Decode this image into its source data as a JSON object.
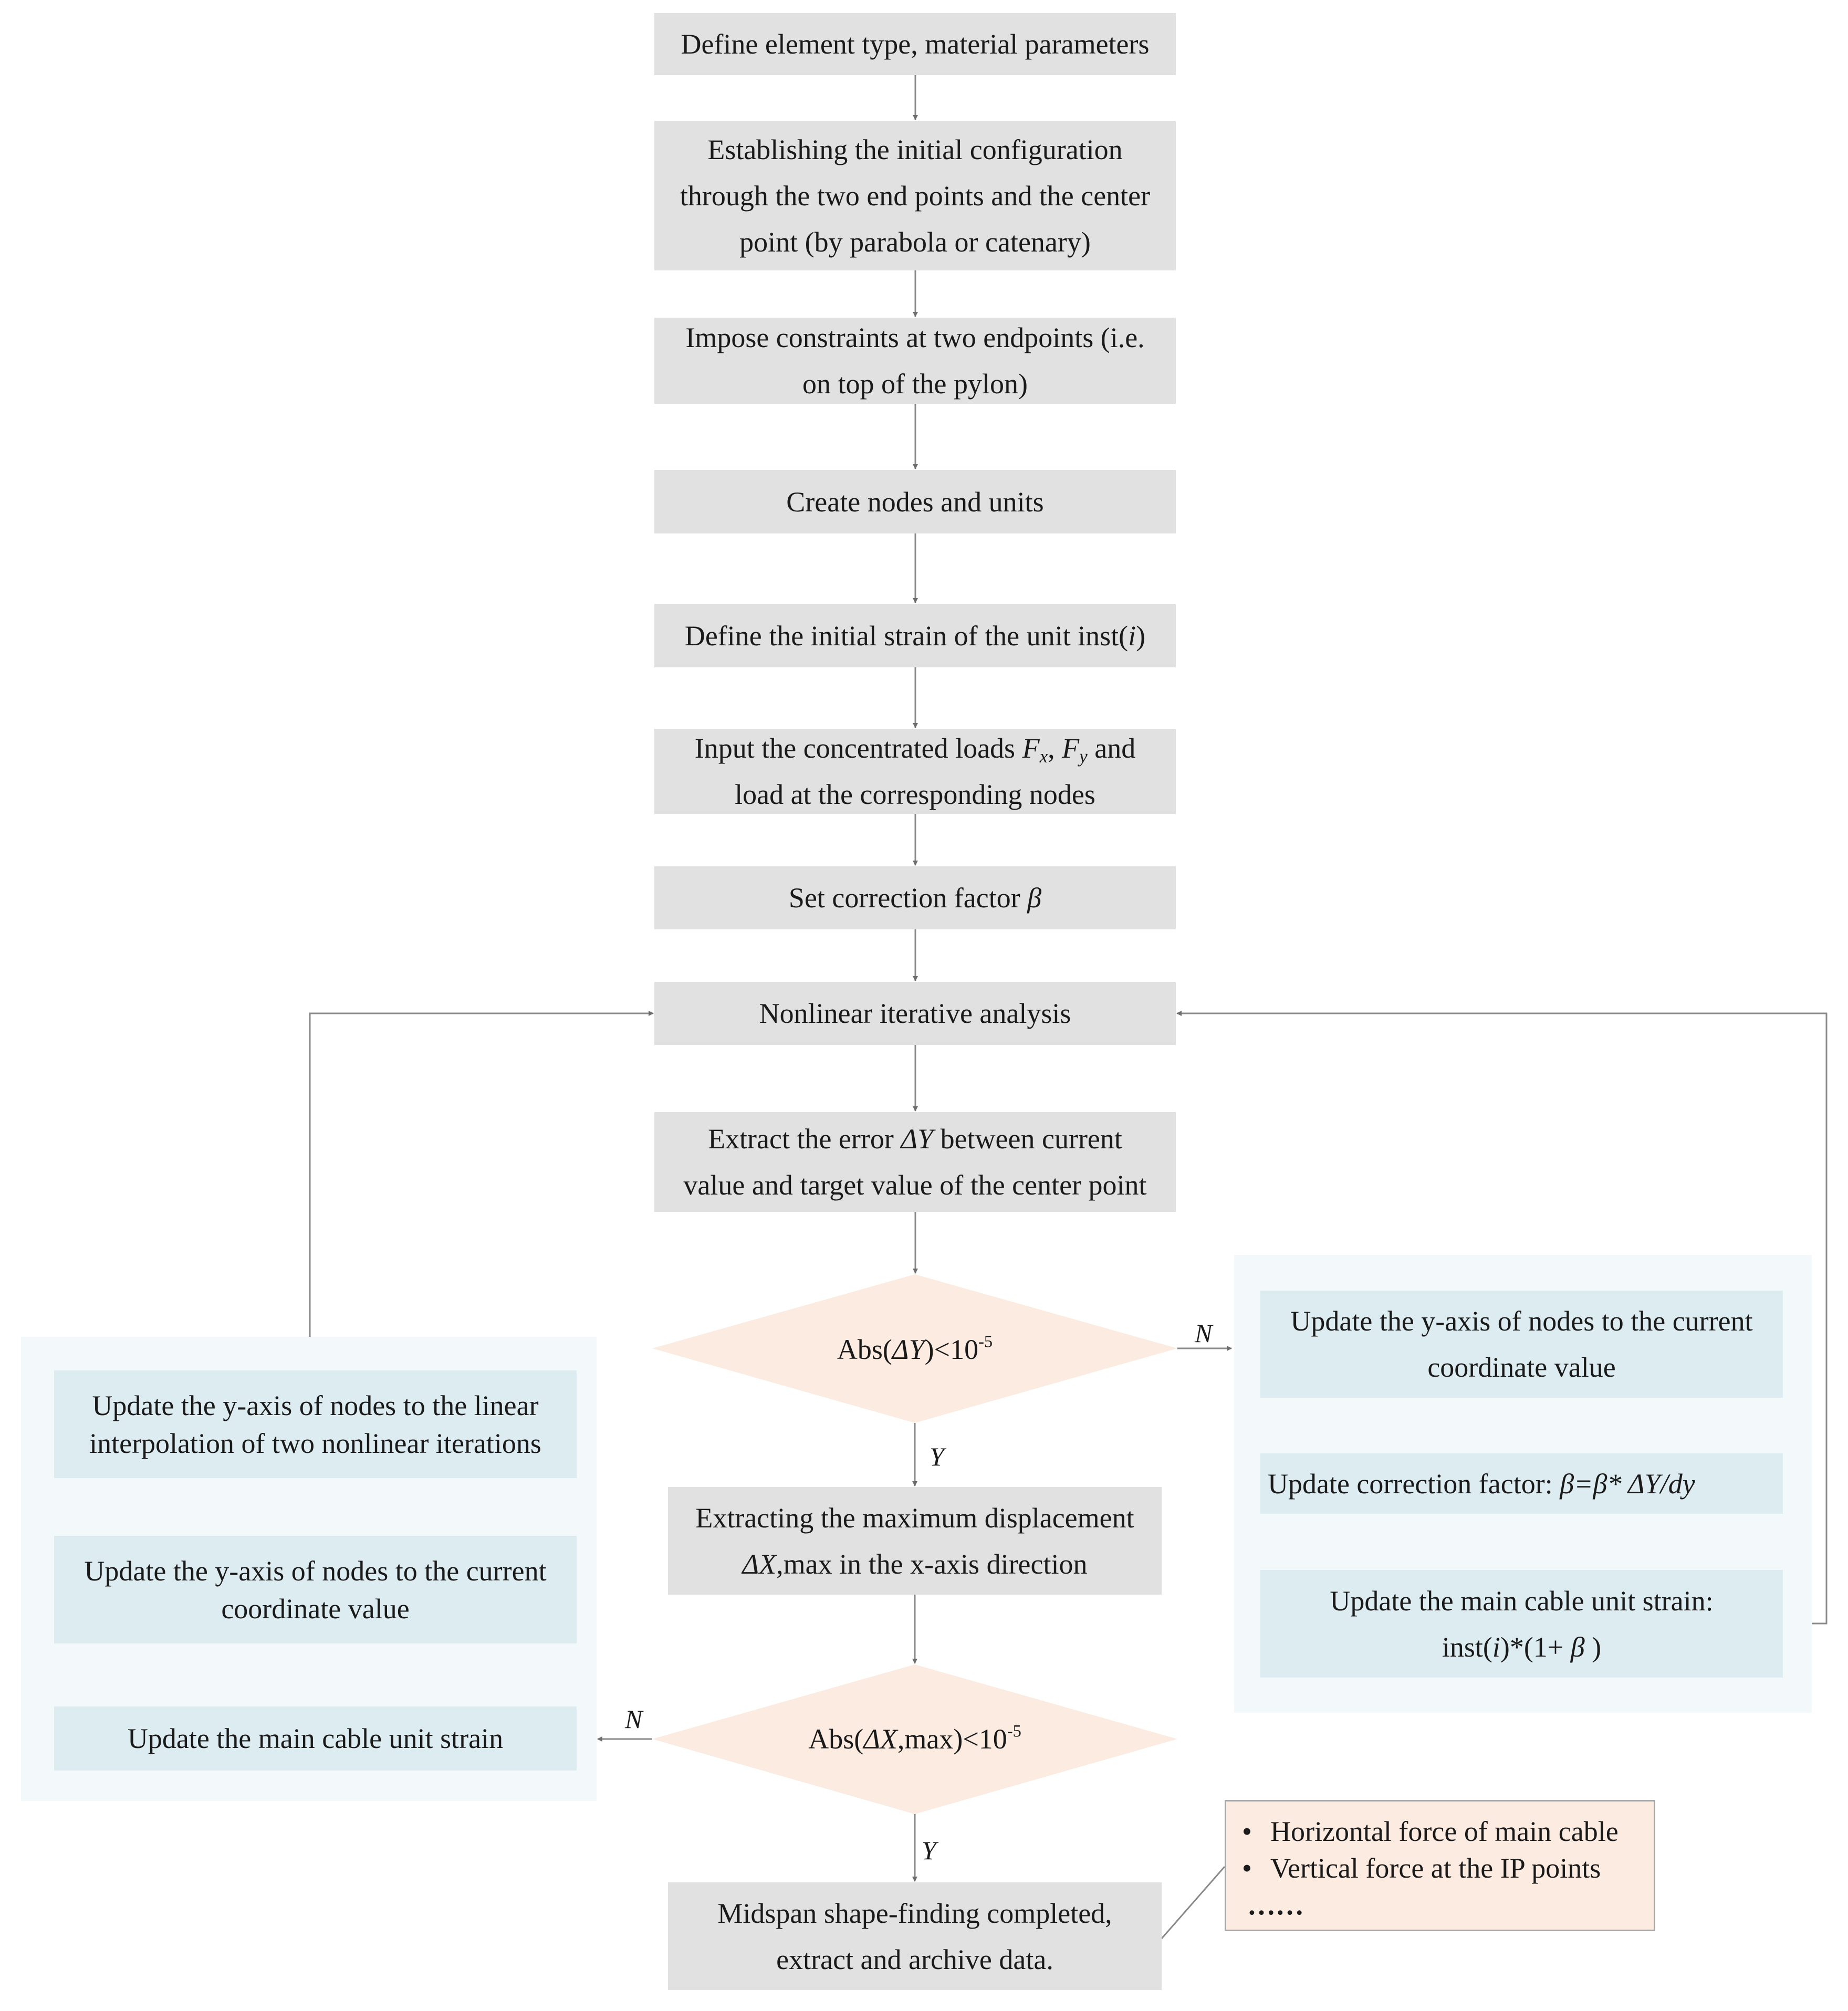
{
  "steps": {
    "define_element": "Define element type, material parameters",
    "establish_config": [
      "Establishing the initial configuration",
      "through the two end points and the center",
      "point (by parabola or catenary)"
    ],
    "impose_constraints": [
      "Impose constraints at two endpoints (i.e.",
      "on top of the pylon)"
    ],
    "create_nodes": "Create nodes and units",
    "define_strain": {
      "text": "Define the initial strain of the unit inst(",
      "var": "i",
      "close": ")"
    },
    "input_loads": {
      "line1_prefix": "Input the concentrated loads ",
      "fx_main": "F",
      "fx_sub": "x",
      "sep": ", ",
      "fy_main": "F",
      "fy_sub": "y",
      "line1_suffix": " and",
      "line2": "load at the corresponding nodes"
    },
    "set_factor": {
      "text": "Set correction factor ",
      "var": "β"
    },
    "nonlinear": "Nonlinear iterative analysis",
    "extract_error": {
      "line1_prefix": "Extract the error ",
      "var": "ΔY",
      "line1_suffix": " between current",
      "line2": "value and target value of the center point"
    },
    "decision_y": {
      "prefix": "Abs(",
      "var": "ΔY",
      "mid": ")<10",
      "exp": "-5"
    },
    "extract_max": {
      "line1": "Extracting the maximum displacement",
      "var": "ΔX",
      "line2_suffix": ",max in the x-axis direction"
    },
    "decision_x": {
      "prefix": "Abs(",
      "var": "ΔX",
      "mid": ",max)<10",
      "exp": "-5"
    },
    "completed": [
      "Midspan shape-finding completed,",
      "extract and archive data."
    ]
  },
  "right_branch": {
    "update_current": [
      "Update the y-axis of nodes to the current",
      "coordinate value"
    ],
    "update_factor": {
      "prefix": "Update correction factor: ",
      "formula": "β=β* ΔY/dy"
    },
    "update_strain": {
      "line1": "Update the main cable unit strain:",
      "l2_a": "inst(",
      "l2_var": "i",
      "l2_b": ")*(1+ ",
      "l2_beta": "β",
      "l2_c": " )"
    }
  },
  "left_branch": {
    "update_linear": [
      "Update the y-axis of nodes to the linear",
      "interpolation of two nonlinear iterations"
    ],
    "update_current": [
      "Update the y-axis of nodes to the current",
      "coordinate value"
    ],
    "update_strain": "Update the main cable unit strain"
  },
  "labels": {
    "n_right": "N",
    "y_first": "Y",
    "n_left": "N",
    "y_second": "Y"
  },
  "note": {
    "items": [
      "Horizontal force of main cable",
      "Vertical force at the IP points"
    ],
    "ellipsis": "……"
  },
  "colors": {
    "step_fill": "#e1e1e1",
    "decision_fill": "#fcebe0",
    "branch_fill": "#dcecf1",
    "panel_fill": "#f3f9fa",
    "arrow_main": "#6d6d6d",
    "arrow_branch": "#9ecbd8"
  }
}
